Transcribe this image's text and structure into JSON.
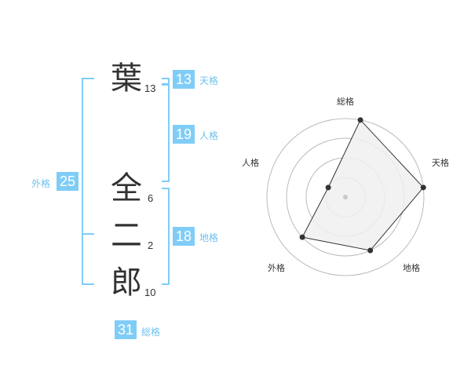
{
  "name": {
    "chars": [
      {
        "kanji": "葉",
        "strokes": "13"
      },
      {
        "kanji": "全",
        "strokes": "6"
      },
      {
        "kanji": "二",
        "strokes": "2"
      },
      {
        "kanji": "郎",
        "strokes": "10"
      }
    ]
  },
  "fortunes": {
    "tenkaku": {
      "value": "13",
      "label": "天格"
    },
    "jinkaku": {
      "value": "19",
      "label": "人格"
    },
    "chikaku": {
      "value": "18",
      "label": "地格"
    },
    "gaikaku": {
      "value": "25",
      "label": "外格"
    },
    "soukaku": {
      "value": "31",
      "label": "総格"
    }
  },
  "chart_data": {
    "type": "radar",
    "axes": [
      "総格",
      "天格",
      "地格",
      "外格",
      "人格"
    ],
    "values": [
      4,
      4,
      3,
      3,
      1
    ],
    "max": 4,
    "rings": 4,
    "colors": {
      "fill": "#f0f0f0",
      "line": "#333333",
      "grid": "#bbbbbb",
      "center": "#c8c8c8"
    }
  }
}
